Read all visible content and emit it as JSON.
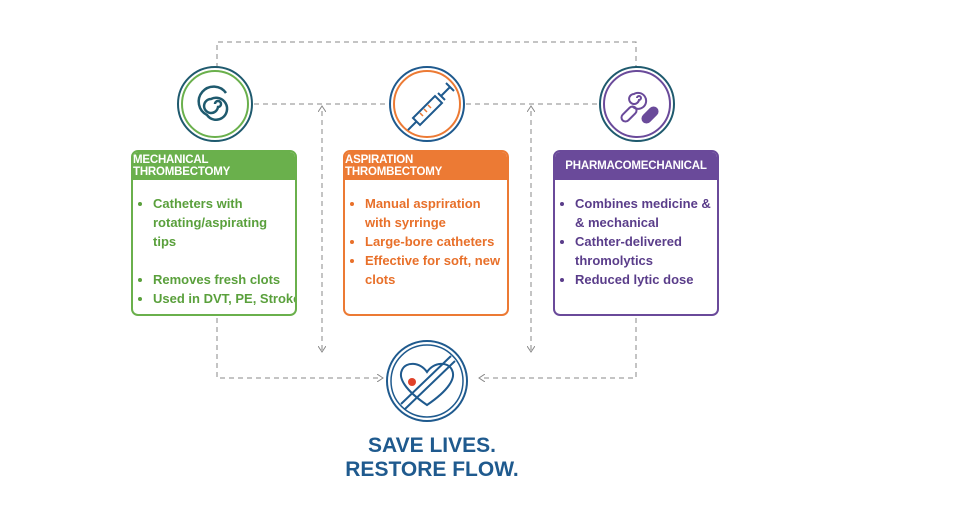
{
  "colors": {
    "mechanical": "#6ab04c",
    "aspiration": "#ec7a34",
    "pharmacomechanical": "#6a4a9a",
    "primary": "#1f5a8e",
    "connector": "#888888",
    "accent_red": "#e0422a"
  },
  "cards": [
    {
      "title": "MECHANICAL THROMBECTOMY",
      "icon": "spiral-icon",
      "items": [
        "Catheters with rotating/aspirating tips",
        "Removes fresh clots",
        "Used in DVT, PE, Stroke"
      ]
    },
    {
      "title": "ASPIRATION THROMBECTOMY",
      "icon": "syringe-icon",
      "items": [
        "Manual aspriration with syrringe",
        "Large-bore catheters",
        "Effective for soft, new clots"
      ]
    },
    {
      "title": "PHARMACOMECHANICAL",
      "icon": "pills-spiral-icon",
      "items": [
        "Combines medicine & & mechanical",
        "Cathter-delivered thromolytics",
        "Reduced lytic dose"
      ]
    }
  ],
  "outcome": {
    "icon": "heart-no-clot-icon",
    "line1": "SAVE LIVES.",
    "line2": "RESTORE FLOW."
  }
}
